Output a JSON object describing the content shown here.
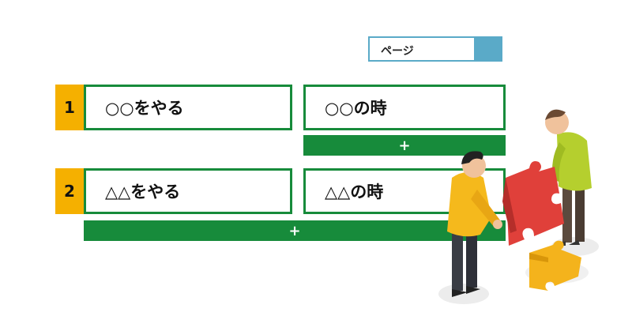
{
  "page_select": {
    "value": "ページ"
  },
  "rows": [
    {
      "number": "1",
      "task": "○○をやる",
      "when": "○○の時"
    },
    {
      "number": "2",
      "task": "△△をやる",
      "when": "△△の時"
    }
  ],
  "add_label": "+",
  "colors": {
    "accent_green": "#178b3b",
    "badge_yellow": "#f5b000",
    "select_blue": "#5aaac8"
  },
  "illustration": {
    "icon": "two-people-assembling-puzzle-illustration"
  }
}
